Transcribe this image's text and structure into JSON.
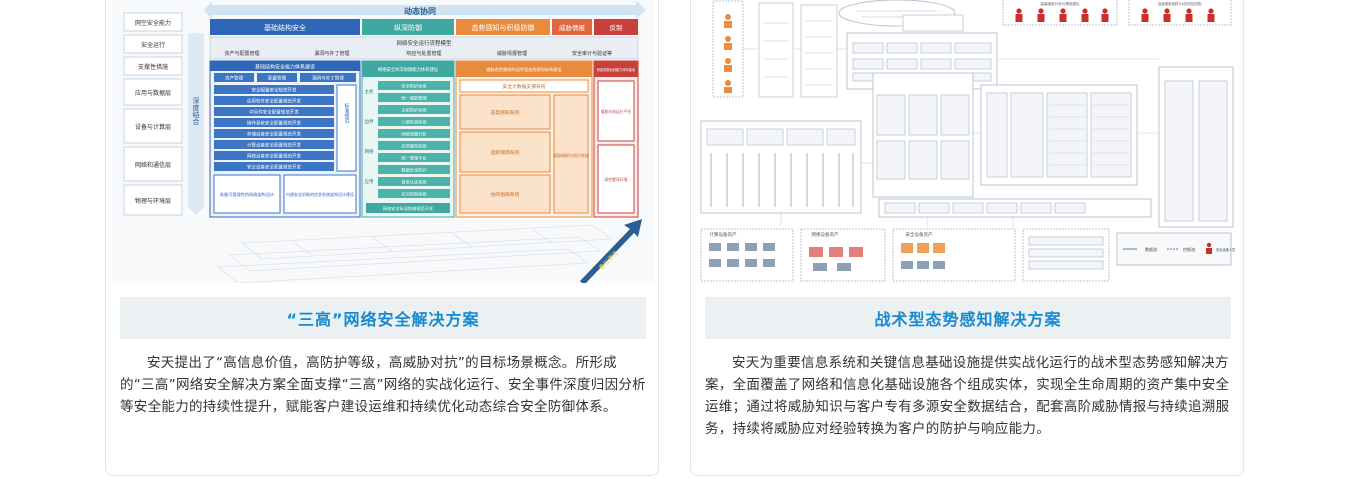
{
  "cards": [
    {
      "title": "“三高”网络安全解决方案",
      "description": "安天提出了“高信息价值，高防护等级，高威胁对抗”的目标场景概念。所形成的“三高”网络安全解决方案全面支撑“三高”网络的实战化运行、安全事件深度归因分析等安全能力的持续性提升，赋能客户建设运维和持续优化动态综合安全防御体系。",
      "diagram": {
        "top_arrow": "动态协同",
        "side_arrow": "深度结合",
        "bottom_arrow": "叠加演进",
        "left_labels": [
          "网空安全能力",
          "安全运行",
          "支撑性措施",
          "应用与数据层",
          "设备与计算层",
          "网络和通信层",
          "物理与环境层"
        ],
        "columns": [
          {
            "header": "基础结构安全",
            "color": "#2f67b8"
          },
          {
            "header": "纵深防御",
            "color": "#3fa8a0"
          },
          {
            "header": "态势感知与积极防御",
            "color": "#e88b3d"
          },
          {
            "header": "威胁情报",
            "color": "#e0673f"
          },
          {
            "header": "反制",
            "color": "#c9403a"
          }
        ],
        "ops_title": "网络安全运行流程模型",
        "ops_items": [
          "资产与配置管理",
          "漏洞与补丁管理",
          "响应与处置管理",
          "威胁情报管理",
          "安全审计与验证等"
        ],
        "blue_title": "基础结构安全能力体系建设",
        "blue_top": [
          "资产管理",
          "配置管理",
          "漏洞与补丁管理"
        ],
        "blue_items": [
          "安全配置安全规范开发",
          "应用软件安全配置规范开发",
          "中间件安全配置规范开发",
          "操作系统安全配置规范开发",
          "存储设备安全配置规范开发",
          "计算设备安全配置规范开发",
          "网络设备安全配置规范开发",
          "安全设备安全配置规范开发"
        ],
        "blue_side": "标准规范",
        "blue_bottom": [
          "具备可管理性的网络架构设计",
          "内建安全机制的信息系统架构设计建设"
        ],
        "teal_title": "网络安全纵深防御能力体系建设",
        "teal_left": [
          "主机",
          "边界",
          "网络",
          "应用"
        ],
        "teal_items": [
          "安全防护体系",
          "统一威胁管理",
          "主机防护系统",
          "入侵检测系统",
          "网络流量分析",
          "态势感知系统",
          "统一管理平台",
          "数据安全防护",
          "身份认证系统",
          "访问控制系统"
        ],
        "teal_bottom": "网络安全纵深防御规范开发",
        "orange_title": "威胁态势感知的战术型态势感知体系建设",
        "orange_sub": "安全大数据支撑系统",
        "orange_items": [
          "态势感知系统",
          "追踪溯源系统",
          "协同指挥系统"
        ],
        "orange_side": "威胁情报与知识系统",
        "red_title": "积极防御反制能力体系建设",
        "red_items": [
          "威胁对抗运行平台",
          "网空靶场环境"
        ]
      }
    },
    {
      "title": "战术型态势感知解决方案",
      "description": "安天为重要信息系统和关键信息基础设施提供实战化运行的战术型态势感知解决方案，全面覆盖了网络和信息化基础设施各个组成实体，实现全生命周期的资产集中安全运维；通过将威胁知识与客户专有多源安全数据结合，配套高阶威胁情报与持续追溯服务，持续将威胁应对经验转换为客户的防护与响应能力。",
      "diagram": {
        "zone_labels": [
          "计算设备资产",
          "网络设备资产",
          "安全设备资产"
        ],
        "legend": [
          "数据流",
          "控制流",
          "安全运维人员"
        ],
        "top_right_labels": [
          "高级威胁分析与情报团队",
          "高级威胁追踪与对抗响应团队"
        ]
      }
    }
  ]
}
